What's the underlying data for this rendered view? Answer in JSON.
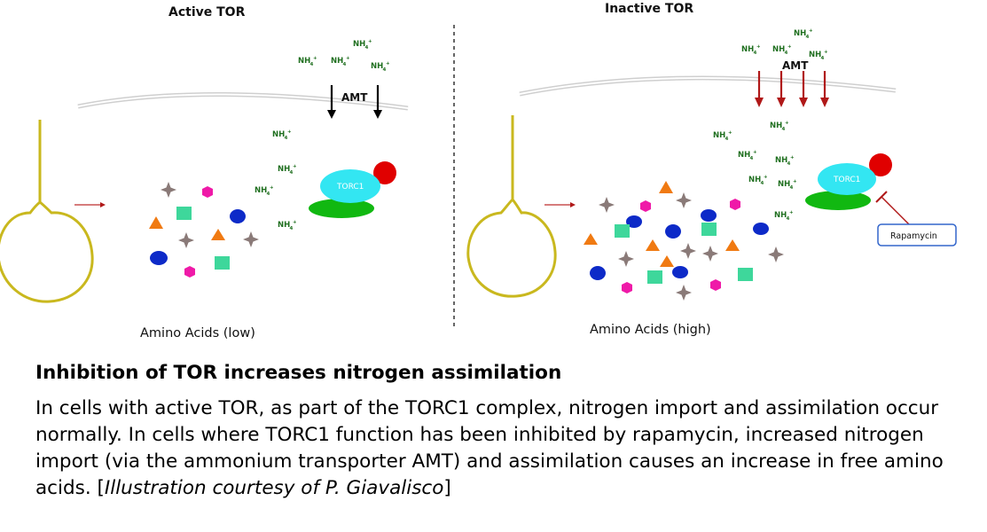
{
  "left_panel": {
    "title": "Active TOR",
    "amt_label": "AMT",
    "torc_label": "TORC1",
    "nh_label": "NH4+",
    "amino_label": "Amino Acids (low)"
  },
  "right_panel": {
    "title": "Inactive TOR",
    "amt_label": "AMT",
    "torc_label": "TORC1",
    "nh_label": "NH4+",
    "amino_label": "Amino Acids (high)",
    "inhibitor_label": "Rapamycin"
  },
  "colors": {
    "membrane": "#c9b81e",
    "nh": "#1f6f1f",
    "torc": "#33e6f2",
    "red_subunit": "#e00000",
    "green_subunit": "#11b811",
    "arrow_black": "#000000",
    "arrow_red": "#b01818",
    "pink": "#ef1aa8",
    "teal": "#3ed79b",
    "blue": "#0d2ac8",
    "orange": "#f07a12",
    "gray_star": "#8a7a78"
  },
  "caption": {
    "title": "Inhibition of TOR increases nitrogen assimilation",
    "body": "In cells with active TOR, as part of the TORC1 complex, nitrogen import and assimilation occur normally. In cells where TORC1 function has been inhibited by rapamycin, increased nitrogen import (via the ammonium transporter AMT) and assimilation causes an increase in free amino acids. [",
    "credit": "Illustration courtesy of P. Giavalisco",
    "close": "]"
  }
}
